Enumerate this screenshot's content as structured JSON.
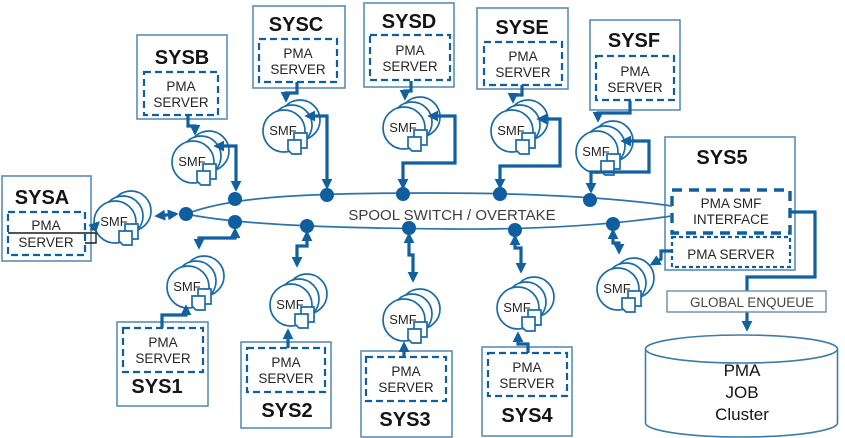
{
  "labels": {
    "smf": "SMF",
    "pma": "PMA",
    "server": "SERVER",
    "pma_server": "PMA SERVER",
    "pma_smf": "PMA SMF",
    "interface": "INTERFACE",
    "spool_switch": "SPOOL SWITCH / OVERTAKE",
    "global_enqueue": "GLOBAL ENQUEUE",
    "cluster_line1": "PMA",
    "cluster_line2": "JOB",
    "cluster_line3": "Cluster"
  },
  "systems": {
    "sysa": "SYSA",
    "sysb": "SYSB",
    "sysc": "SYSC",
    "sysd": "SYSD",
    "syse": "SYSE",
    "sysf": "SYSF",
    "sys1": "SYS1",
    "sys2": "SYS2",
    "sys3": "SYS3",
    "sys4": "SYS4",
    "sys5": "SYS5"
  },
  "colors": {
    "accent_blue": "#0f5fa0",
    "connector_blue": "#11609f",
    "box_border_blue": "#5a8db8",
    "lens_blue": "#2e74a8",
    "text_dark": "#141414",
    "text_gray": "#454545"
  }
}
